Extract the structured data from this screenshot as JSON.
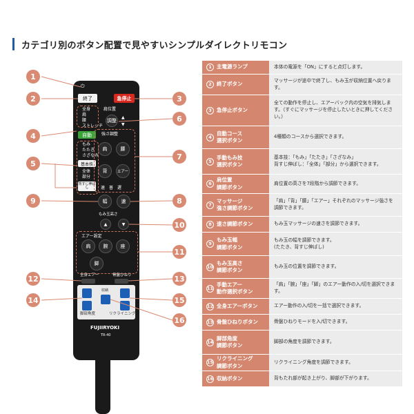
{
  "heading": "カテゴリ別のボタン配置で見やすいシンプルダイレクトリモコン",
  "remote": {
    "end_label": "終了",
    "stop_label": "急停止",
    "course_labels": [
      "全身",
      "肩",
      "腰",
      "ストレッチ"
    ],
    "auto_label": "自動",
    "manual_labels": [
      "もみ",
      "たたき",
      "さざなみ"
    ],
    "basic_label": "基本技",
    "whole_part_labels": [
      "全体",
      "部分"
    ],
    "stretch_label": "背すじ伸ばし",
    "shoulder_pos_label": "肩位置",
    "adj_label": "調整",
    "strength_header": "強さ調整",
    "strength_labels": [
      "肩",
      "腰",
      "背",
      "エアー"
    ],
    "speed_labels": [
      "速",
      "普",
      "遅"
    ],
    "width_label": "幅",
    "speed_btn_label": "速",
    "height_label": "もみ玉高さ",
    "air_header": "エアー設定",
    "air_labels": [
      "肩",
      "腕",
      "座",
      "脚"
    ],
    "whole_air_label": "全身エアー",
    "twist_label": "骨盤ひねり",
    "foot_label": "脚部角度",
    "recline_label": "リクライニング",
    "store_label": "収納",
    "brand": "FUJIIRYOKI",
    "model": "TR-40"
  },
  "markers": [
    "1",
    "2",
    "3",
    "4",
    "5",
    "6",
    "7",
    "8",
    "9",
    "10",
    "11",
    "12",
    "13",
    "14",
    "15",
    "16"
  ],
  "rows": [
    {
      "num": "1",
      "name": "主電源ランプ",
      "desc": "本体の電源を「ON」にすると点灯します。"
    },
    {
      "num": "2",
      "name": "終了ボタン",
      "desc": "マッサージが途中で終了し、もみ玉が収納位置へ戻ります。"
    },
    {
      "num": "3",
      "name": "急停止ボタン",
      "desc": "全ての動作を停止し、エアーバック内の空気を排気します。（すぐにマッサージを停止したいときに押してください。）"
    },
    {
      "num": "4",
      "name": "自動コース\n選択ボタン",
      "desc": "4種類のコースから選択できます。"
    },
    {
      "num": "5",
      "name": "手動もみ技\n選択ボタン",
      "desc": "基本技：「もみ」「たたき」「さざなみ」\n背すじ伸ばし：「全体」「部分」から選択できます。"
    },
    {
      "num": "6",
      "name": "肩位置\n調節ボタン",
      "desc": "肩位置の高さを7段階から調節できます。"
    },
    {
      "num": "7",
      "name": "マッサージ\n強さ調節ボタン",
      "desc": "「肩」「背」「腰」「エアー」それぞれのマッサージ強さを調節できます。"
    },
    {
      "num": "8",
      "name": "速さ調節ボタン",
      "desc": "もみ玉マッサージの速さを調節できます。"
    },
    {
      "num": "9",
      "name": "もみ玉幅\n調節ボタン",
      "desc": "もみ玉の幅を調節できます。\n(たたき、背すじ伸ばし)"
    },
    {
      "num": "10",
      "name": "もみ玉高さ\n調節ボタン",
      "desc": "もみ玉の位置を調節できます。"
    },
    {
      "num": "11",
      "name": "手動エアー\n動作選択ボタン",
      "desc": "「肩」「腕」「座」「脚」のエアー動作の入/切を選択できます。"
    },
    {
      "num": "12",
      "name": "全身エアーボタン",
      "desc": "エアー動作の入/切を一括で選択できます。"
    },
    {
      "num": "13",
      "name": "骨盤ひねりボタン",
      "desc": "骨盤ひねりモードを入/切できます。"
    },
    {
      "num": "14",
      "name": "脚部角度\n調節ボタン",
      "desc": "脚部の角度を調節できます。"
    },
    {
      "num": "15",
      "name": "リクライニング\n調節ボタン",
      "desc": "リクライニング角度を調節できます。"
    },
    {
      "num": "16",
      "name": "収納ボタン",
      "desc": "背もたれ部が起き上がり、脚部が下がります。"
    }
  ],
  "colors": {
    "accent": "#d4866e",
    "marker": "#d98a73",
    "stop": "#d9281e",
    "auto": "#3aa33a",
    "blue": "#1d5fb5",
    "heading_bar": "#1e5aa6"
  }
}
